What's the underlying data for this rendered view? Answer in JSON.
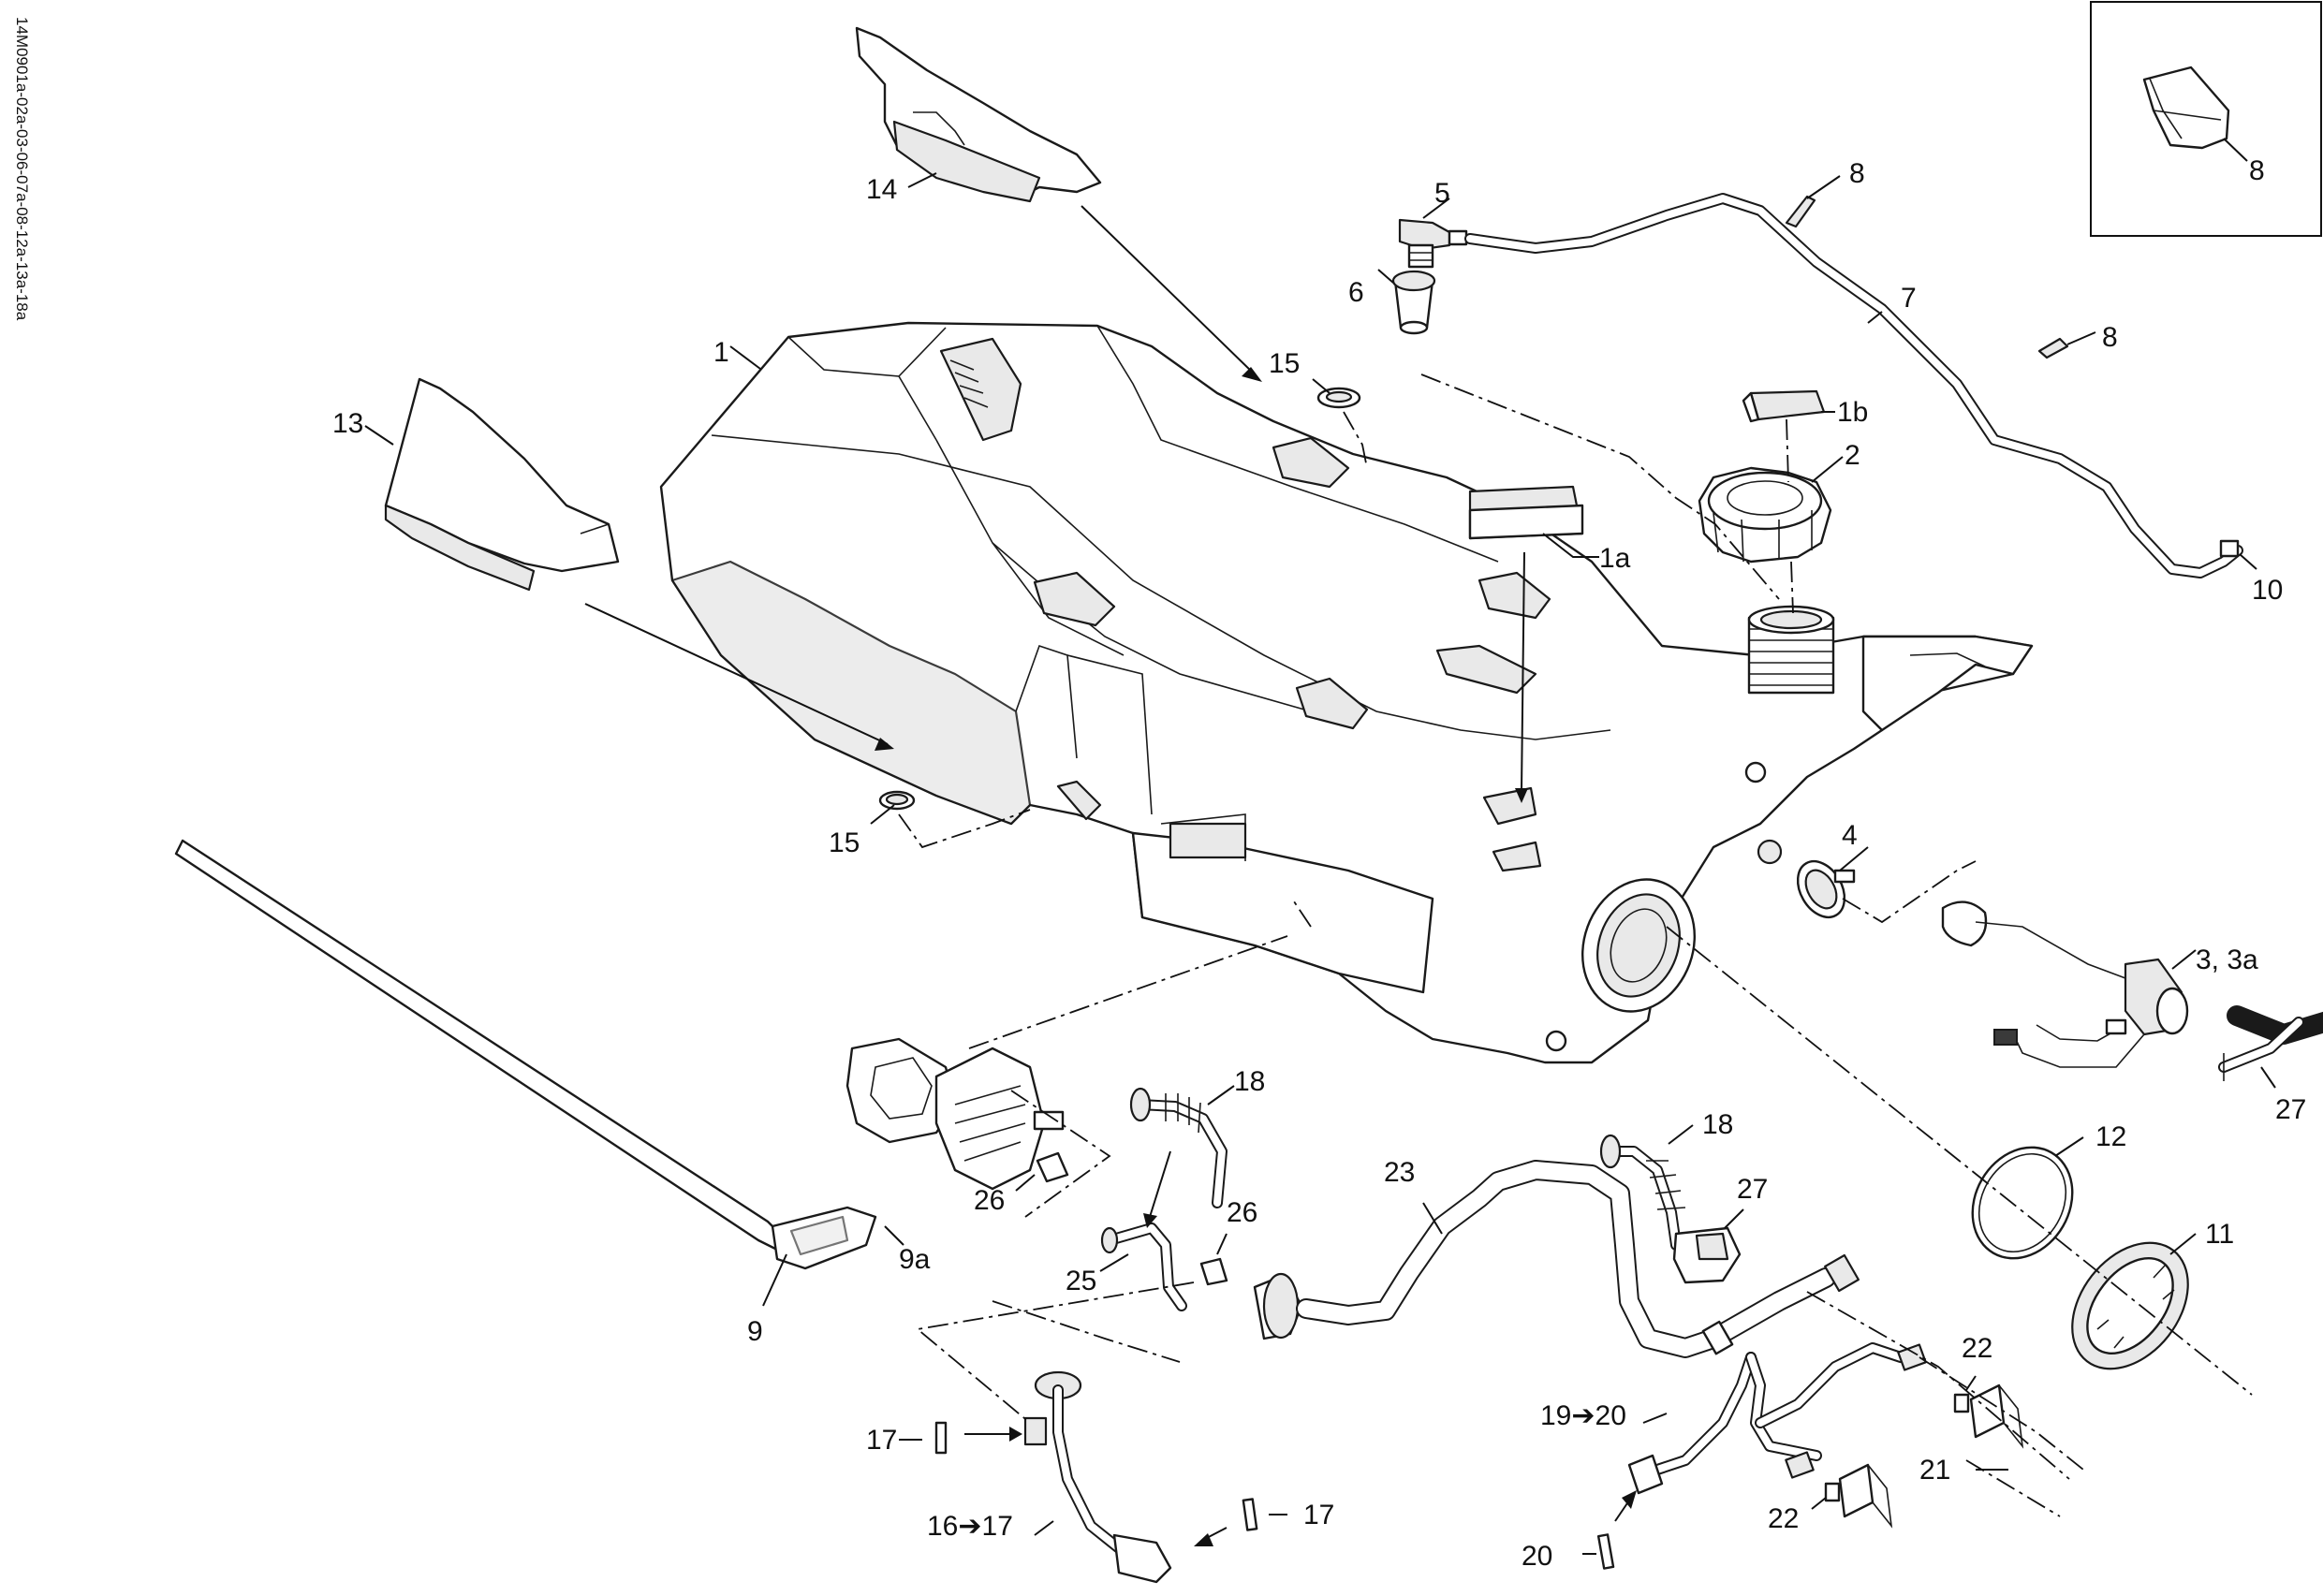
{
  "drawing_code": "14M0901a-02a-03-06-07a-08-12a-13a-18a",
  "callouts": {
    "c1": "1",
    "c1a": "1a",
    "c1b": "1b",
    "c2": "2",
    "c3": "3, 3a",
    "c4": "4",
    "c5": "5",
    "c6": "6",
    "c7": "7",
    "c8a": "8",
    "c8b": "8",
    "c8c": "8",
    "c9": "9",
    "c9a": "9a",
    "c10": "10",
    "c11": "11",
    "c12": "12",
    "c13": "13",
    "c14": "14",
    "c15a": "15",
    "c15b": "15",
    "c16": "16➔17",
    "c17a": "17",
    "c17b": "17",
    "c18a": "18",
    "c18b": "18",
    "c19": "19➔20",
    "c20": "20",
    "c21": "21",
    "c22a": "22",
    "c22b": "22",
    "c23": "23",
    "c25": "25",
    "c26a": "26",
    "c26b": "26",
    "c27a": "27",
    "c27b": "27"
  }
}
